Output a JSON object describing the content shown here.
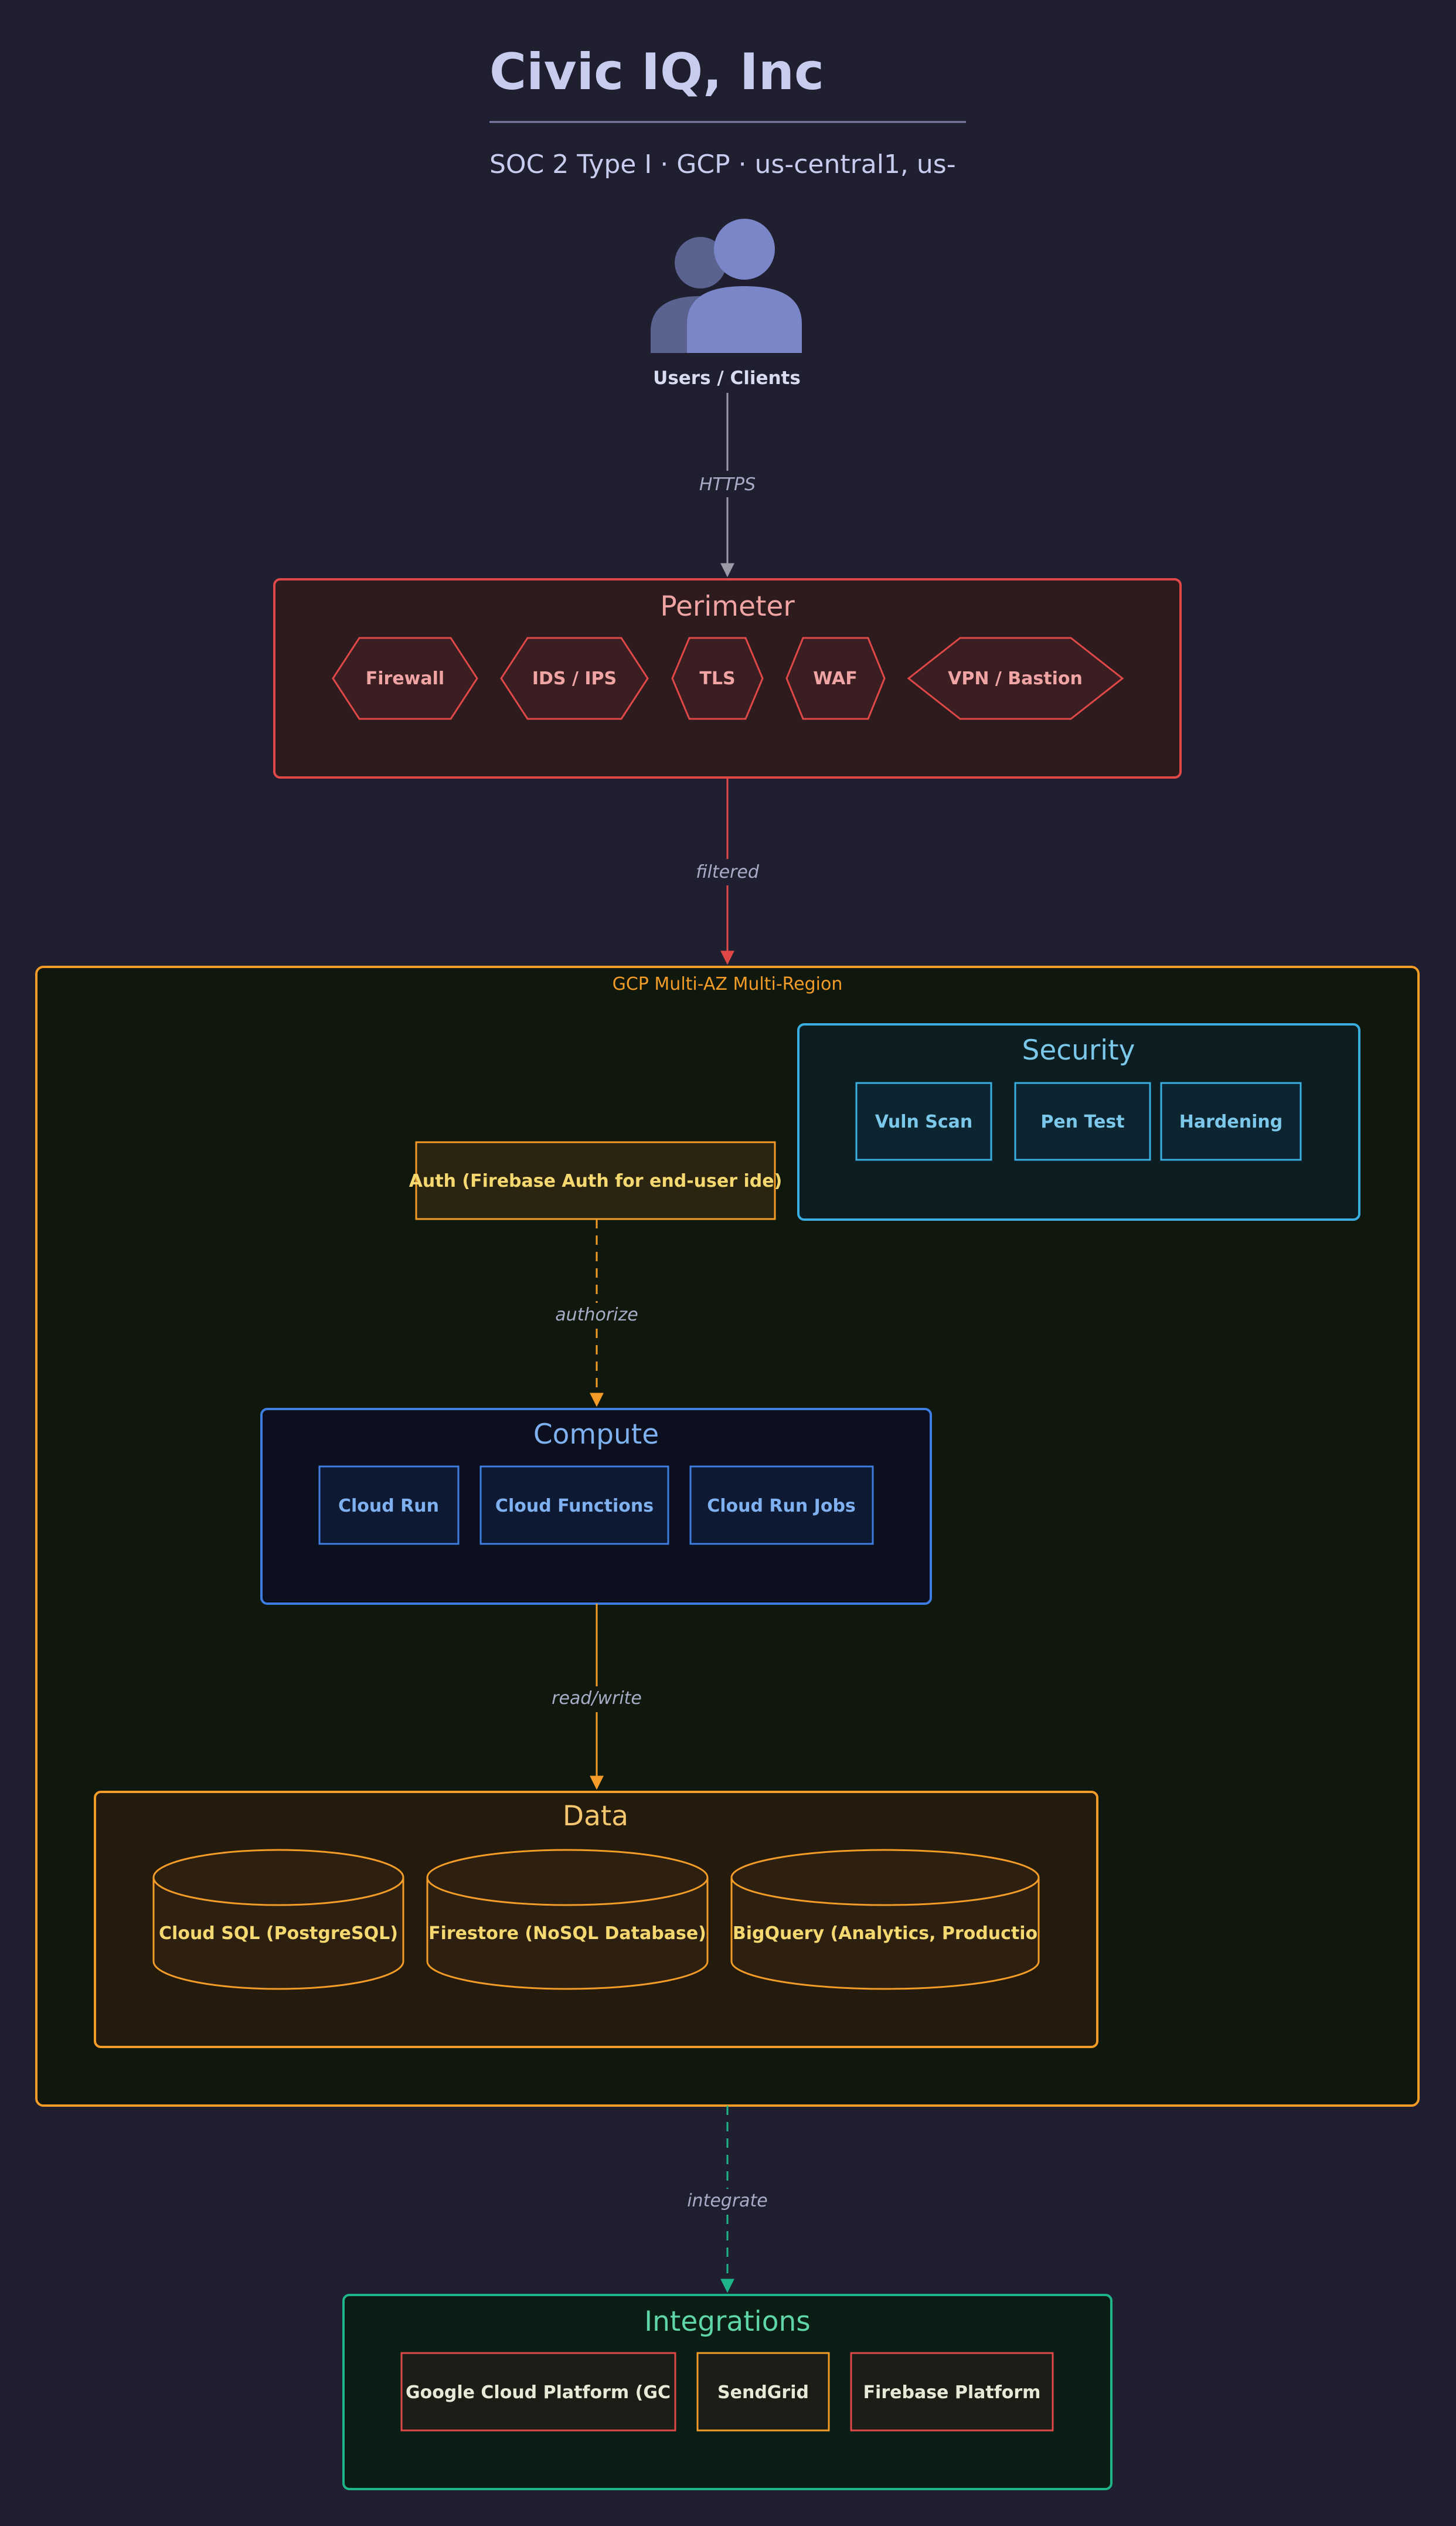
{
  "header": {
    "title": "Civic IQ, Inc",
    "subtitle": "SOC 2 Type I · GCP · us-central1, us-"
  },
  "users": {
    "label": "Users / Clients",
    "icon": "users-icon"
  },
  "edges": {
    "https": "HTTPS",
    "filtered": "filtered",
    "authorize": "authorize",
    "read_write": "read/write",
    "integrate": "integrate"
  },
  "perimeter": {
    "title": "Perimeter",
    "color": "#e04848",
    "nodes": [
      "Firewall",
      "IDS / IPS",
      "TLS",
      "WAF",
      "VPN / Bastion"
    ]
  },
  "region": {
    "label": "GCP Multi-AZ Multi-Region",
    "color": "#f39c28"
  },
  "security": {
    "title": "Security",
    "color": "#3aaee0",
    "nodes": [
      "Vuln Scan",
      "Pen Test",
      "Hardening"
    ]
  },
  "auth": {
    "label": "Auth (Firebase Auth for end-user ide)"
  },
  "compute": {
    "title": "Compute",
    "color": "#3d7ee0",
    "nodes": [
      "Cloud Run",
      "Cloud Functions",
      "Cloud Run Jobs"
    ]
  },
  "data": {
    "title": "Data",
    "color": "#f39c28",
    "nodes": [
      "Cloud SQL (PostgreSQL)",
      "Firestore (NoSQL Database)",
      "BigQuery (Analytics, Productio"
    ]
  },
  "integrations": {
    "title": "Integrations",
    "color": "#1fb58a",
    "nodes": [
      "Google Cloud Platform (GC",
      "SendGrid",
      "Firebase Platform"
    ]
  }
}
